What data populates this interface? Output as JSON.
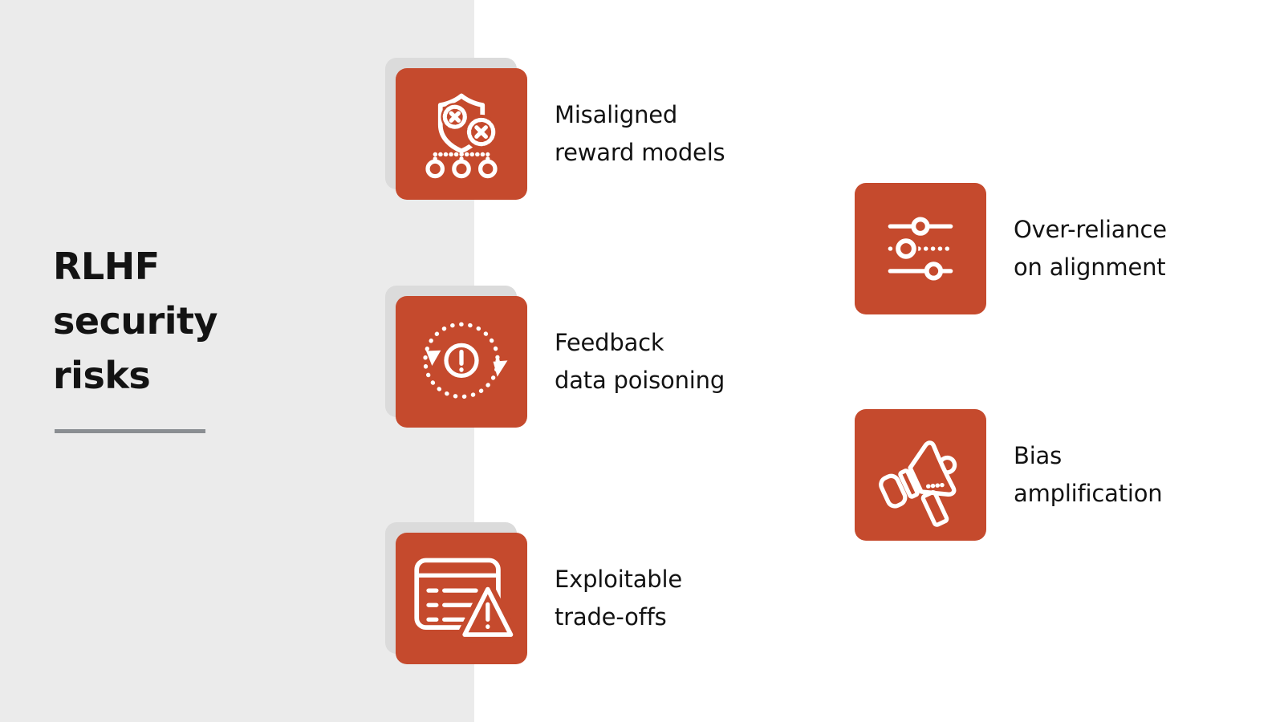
{
  "colors": {
    "accent": "#C54A2D",
    "panel": "#EBEBEB",
    "shadow": "#DBDBDB",
    "text": "#131313",
    "divider": "#8A8E92",
    "background": "#FFFFFF"
  },
  "title": {
    "text": "RLHF\nsecurity\nrisks"
  },
  "items": [
    {
      "id": "misaligned-reward-models",
      "icon": "shield-malfunction-icon",
      "label": "Misaligned\nreward models"
    },
    {
      "id": "feedback-data-poisoning",
      "icon": "cycle-warning-icon",
      "label": "Feedback\ndata poisoning"
    },
    {
      "id": "exploitable-trade-offs",
      "icon": "window-warning-icon",
      "label": "Exploitable\ntrade-offs"
    },
    {
      "id": "over-reliance-on-alignment",
      "icon": "sliders-icon",
      "label": "Over-reliance\non alignment"
    },
    {
      "id": "bias-amplification",
      "icon": "megaphone-icon",
      "label": "Bias\namplification"
    }
  ]
}
